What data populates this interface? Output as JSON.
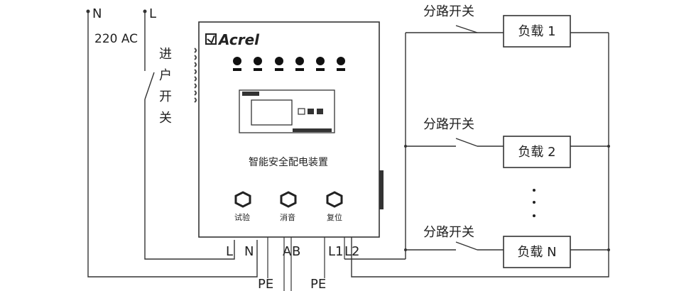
{
  "mains": {
    "n_label": "N",
    "l_label": "L",
    "voltage": "220 AC",
    "incoming_switch": [
      "进",
      "户",
      "开",
      "关"
    ]
  },
  "cabinet": {
    "brand": "Acrel",
    "title": "智能安全配电装置",
    "buttons": [
      "试验",
      "消音",
      "复位"
    ],
    "terminals": [
      "L",
      "N",
      "A",
      "B",
      "L1",
      "L2"
    ],
    "pe_labels": [
      "PE",
      "PE"
    ]
  },
  "branches": [
    {
      "switch_label": "分路开关",
      "load_label": "负载 1"
    },
    {
      "switch_label": "分路开关",
      "load_label": "负载 2"
    },
    {
      "switch_label": "分路开关",
      "load_label": "负载 N"
    }
  ],
  "ellipsis_symbol": "⋮"
}
